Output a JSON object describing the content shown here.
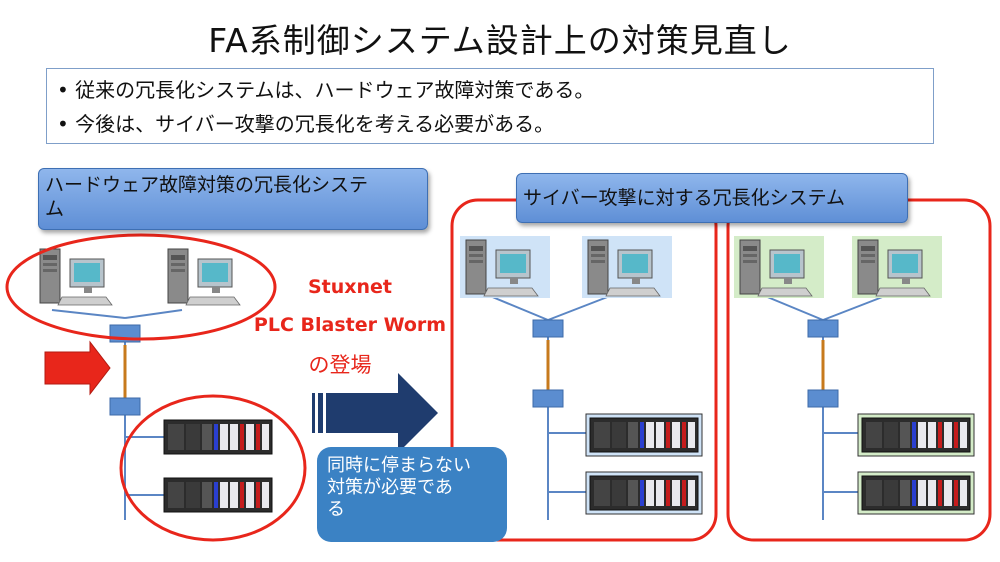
{
  "title": "FA系制御システム設計上の対策見直し",
  "bullets": [
    "従来の冗長化システムは、ハードウェア故障対策である。",
    "今後は、サイバー攻撃の冗長化を考える必要がある。"
  ],
  "left_label_line1": "ハードウェア故障対策の冗長化システ",
  "left_label_line2": "ム",
  "right_label": "サイバー攻撃に対する冗長化システム",
  "threat": {
    "line1": "Stuxnet",
    "line2": "PLC Blaster Worm",
    "line3": "の登場"
  },
  "callout": {
    "line1": "同時に停まらない",
    "line2": "対策が必要であ",
    "line3": "る"
  },
  "colors": {
    "accent_red": "#e8261b",
    "label_blue": "#6f9de0",
    "arrow_navy": "#1f3c6e",
    "callout_blue": "#3b82c4",
    "cable_orange": "#c77a1d",
    "panel_blue_bg": "#cfe3f7",
    "panel_green_bg": "#d4ecc8"
  }
}
